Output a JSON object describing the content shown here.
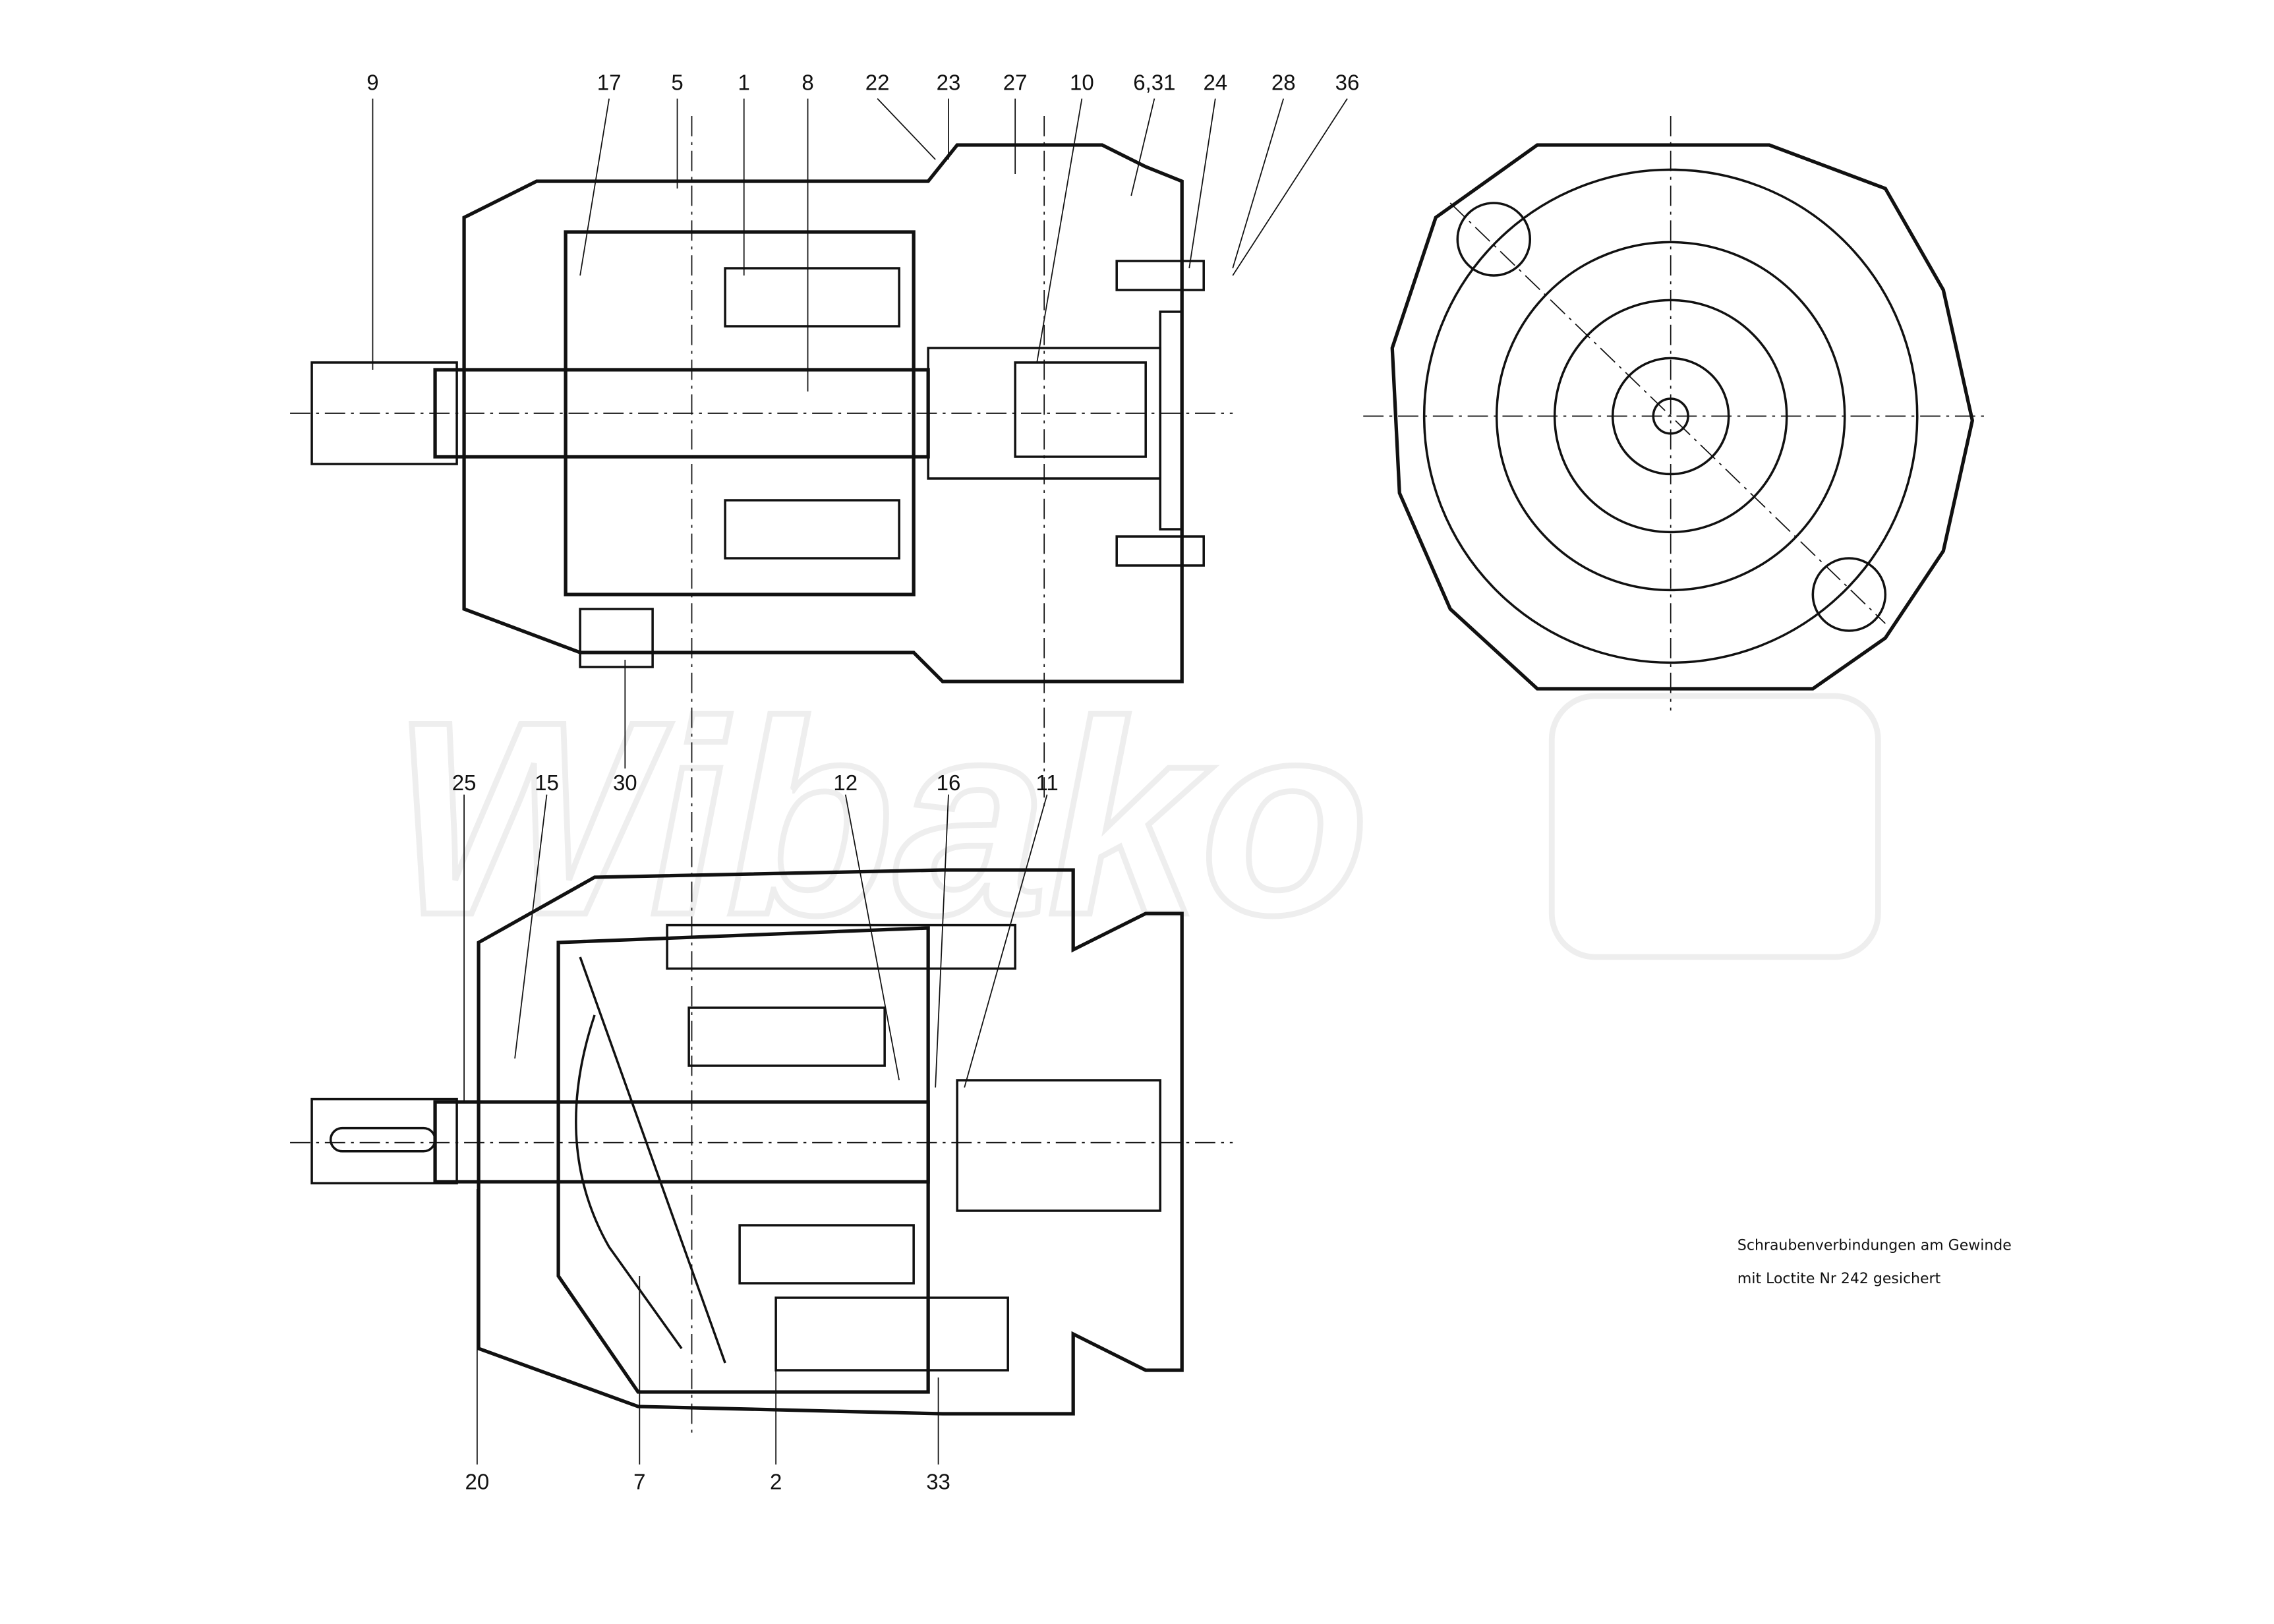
{
  "drawing": {
    "watermark": "Wibako",
    "note_lines": [
      "Schraubenverbindungen am Gewinde",
      "mit Loctite Nr 242 gesichert"
    ],
    "top_view_labels": [
      "9",
      "17",
      "5",
      "1",
      "8",
      "22",
      "23",
      "27",
      "10",
      "6,31",
      "24",
      "28",
      "36"
    ],
    "mid_labels": [
      "30",
      "25",
      "15",
      "12",
      "16",
      "11"
    ],
    "bottom_labels": [
      "20",
      "7",
      "2",
      "33"
    ]
  }
}
